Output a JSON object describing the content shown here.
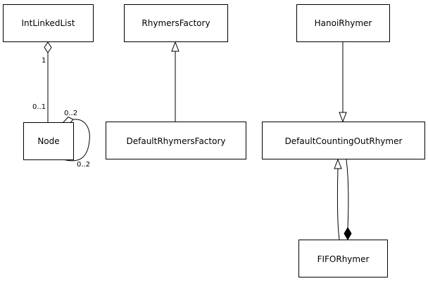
{
  "classes": {
    "int_linked_list": "IntLinkedList",
    "rhymers_factory": "RhymersFactory",
    "hanoi_rhymer": "HanoiRhymer",
    "node": "Node",
    "default_rhymers_factory": "DefaultRhymersFactory",
    "default_counting_out_rhymer": "DefaultCountingOutRhymer",
    "fifo_rhymer": "FIFORhymer"
  },
  "relations": {
    "list_node": {
      "kind": "aggregation",
      "source_multiplicity": "1",
      "target_multiplicity": "0..1"
    },
    "node_self": {
      "kind": "aggregation",
      "source_multiplicity": "0..2",
      "target_multiplicity": "0..2"
    },
    "factory_generalization": {
      "kind": "generalization"
    },
    "hanoi_generalization": {
      "kind": "generalization"
    },
    "fifo_generalization": {
      "kind": "generalization"
    },
    "fifo_composition": {
      "kind": "composition"
    }
  },
  "colors": {
    "line": "#000000",
    "box_fill": "#ffffff",
    "background": "#ffffff"
  }
}
